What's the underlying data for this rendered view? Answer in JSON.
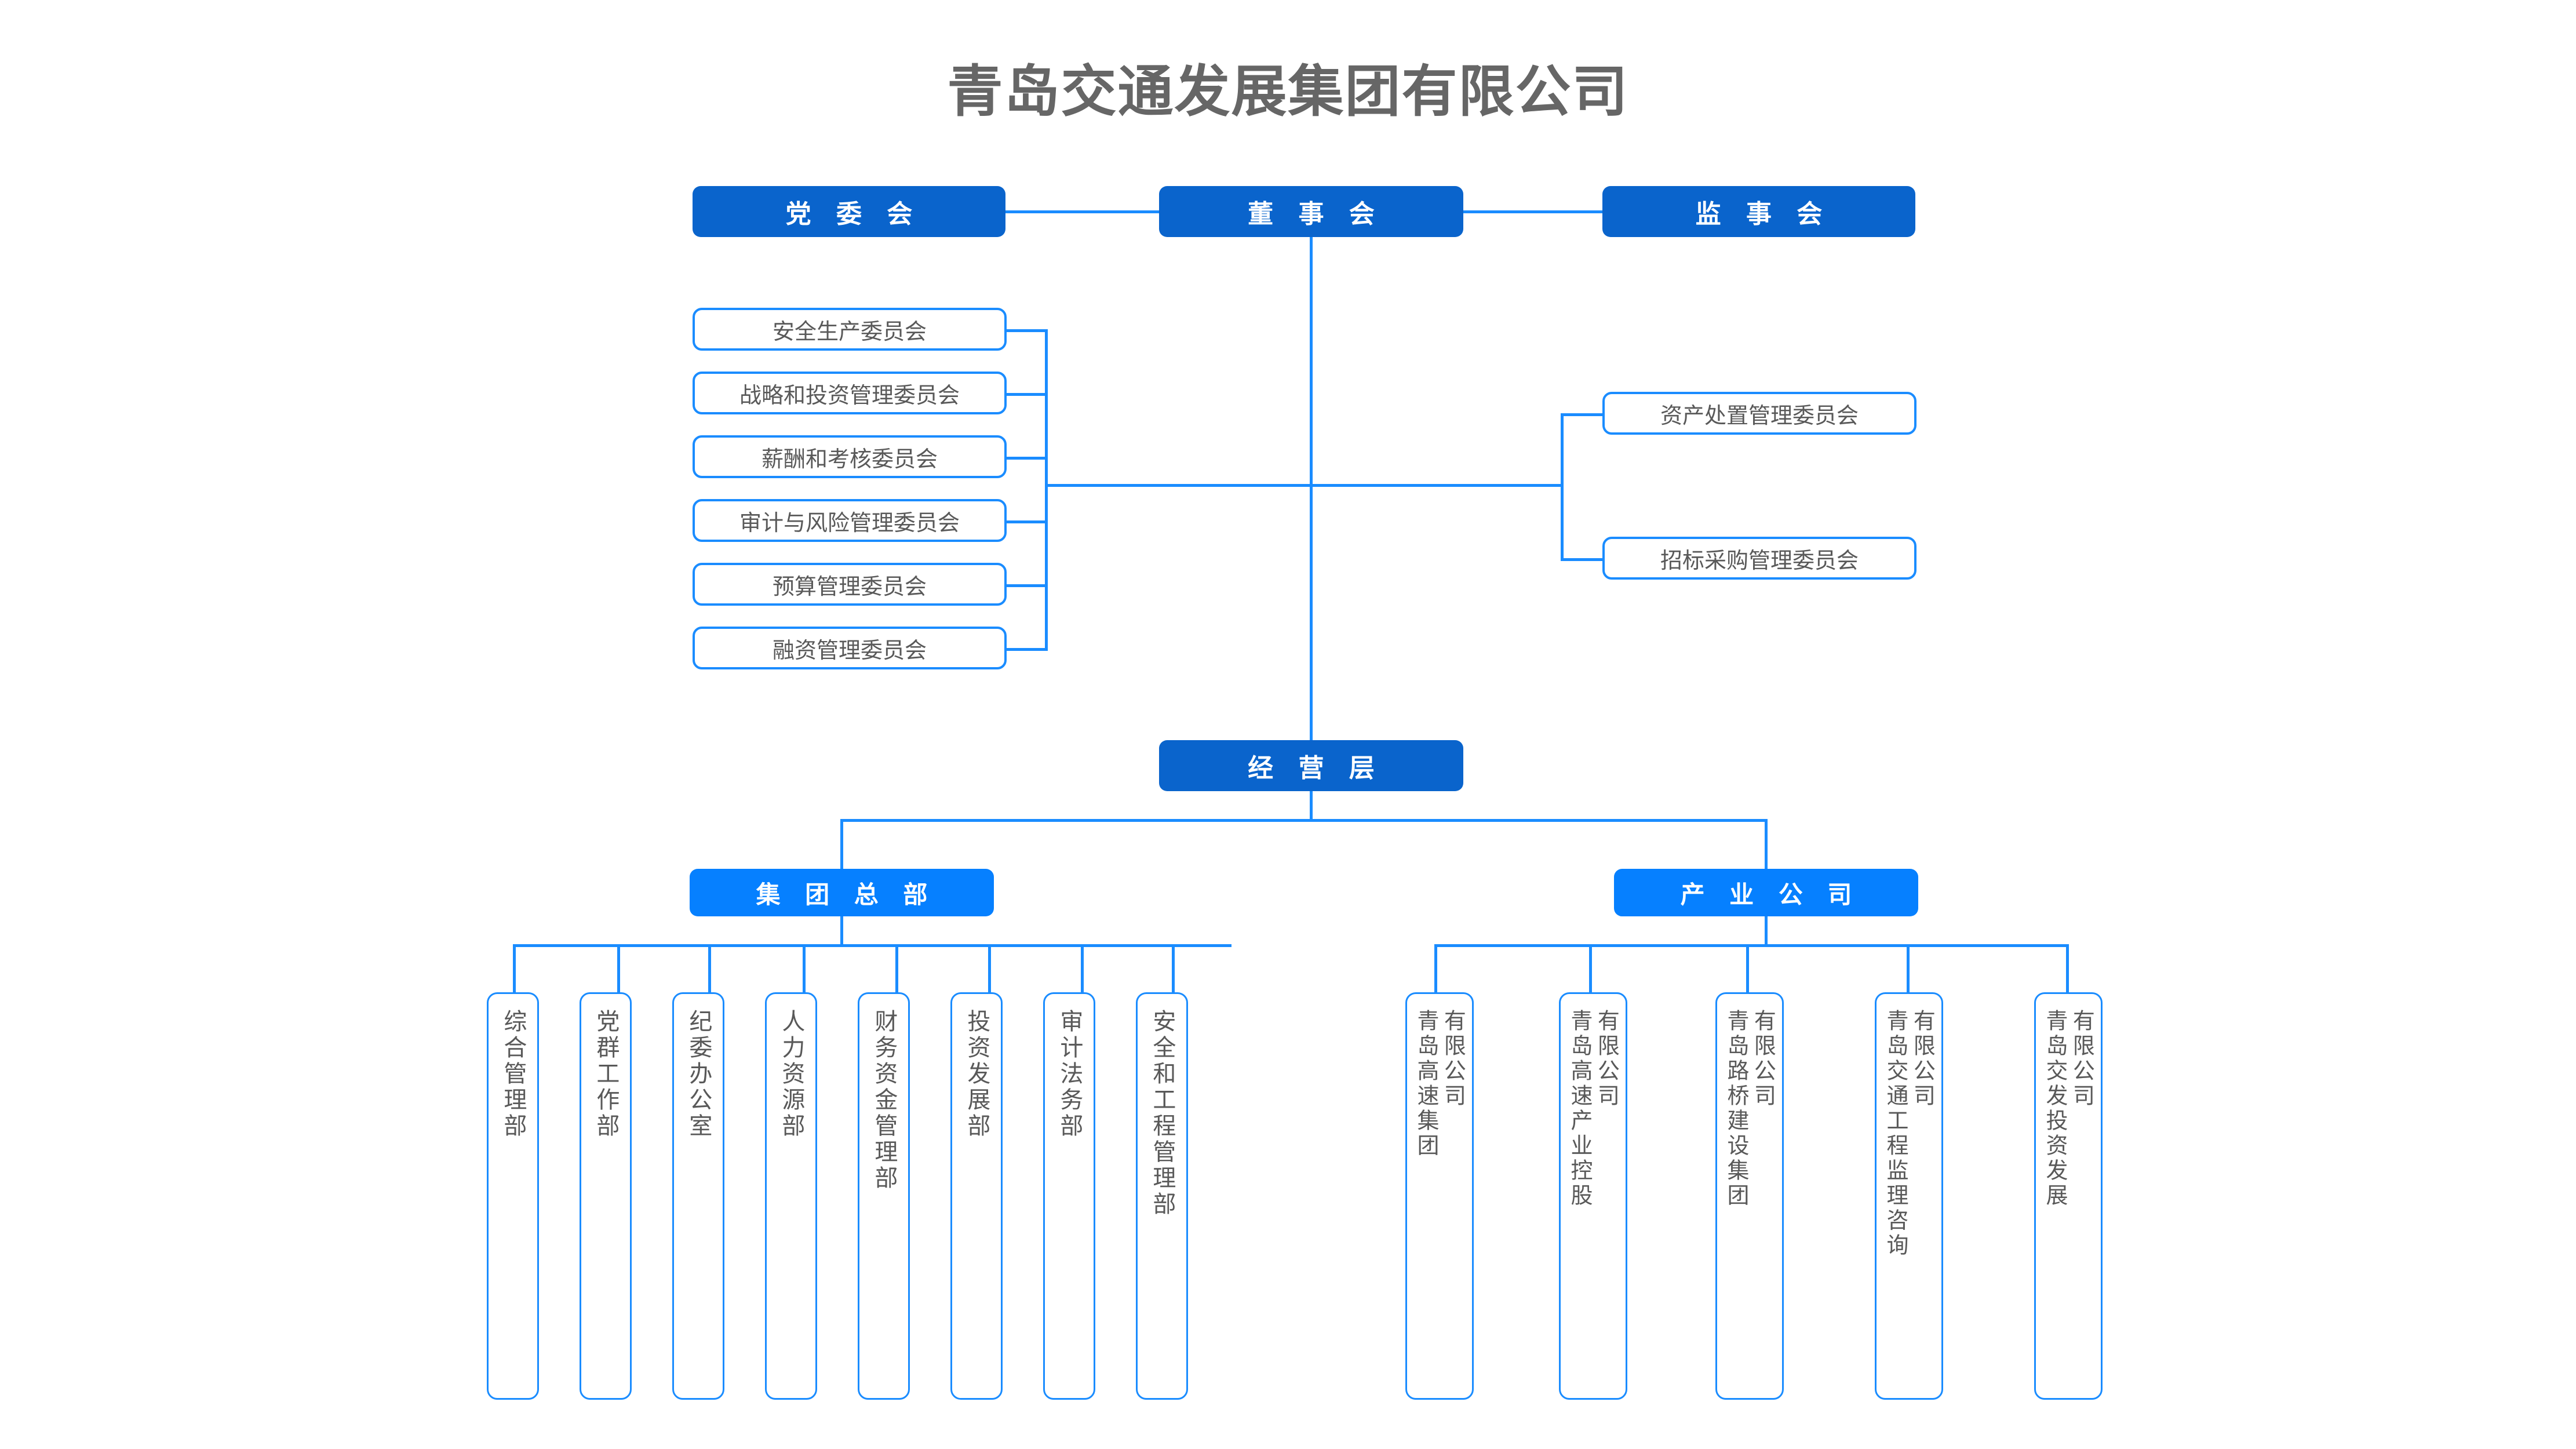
{
  "page": {
    "title": "青岛交通发展集团有限公司",
    "accent_dark": "#0a64cc",
    "accent_light": "#0680ff",
    "line_color": "#1a8cff",
    "text_color": "#595959",
    "title_color": "#666666"
  },
  "governance": {
    "party_committee": "党 委 会",
    "board_of_directors": "董 事 会",
    "supervisory_board": "监 事 会"
  },
  "committees_left": [
    {
      "label": "安全生产委员会"
    },
    {
      "label": "战略和投资管理委员会"
    },
    {
      "label": "薪酬和考核委员会"
    },
    {
      "label": "审计与风险管理委员会"
    },
    {
      "label": "预算管理委员会"
    },
    {
      "label": "融资管理委员会"
    }
  ],
  "committees_right": [
    {
      "label": "资产处置管理委员会"
    },
    {
      "label": "招标采购管理委员会"
    }
  ],
  "management": {
    "label": "经 营 层"
  },
  "branches": {
    "group_hq": "集 团 总 部",
    "industry_companies": "产 业 公 司"
  },
  "departments": [
    {
      "label": "综合管理部"
    },
    {
      "label": "党群工作部"
    },
    {
      "label": "纪委办公室"
    },
    {
      "label": "人力资源部"
    },
    {
      "label": "财务资金管理部"
    },
    {
      "label": "投资发展部"
    },
    {
      "label": "审计法务部"
    },
    {
      "label": "安全和工程管理部"
    }
  ],
  "subsidiaries": [
    {
      "main": "青岛高速集团",
      "suffix": "有限公司"
    },
    {
      "main": "青岛高速产业控股",
      "suffix": "有限公司"
    },
    {
      "main": "青岛路桥建设集团",
      "suffix": "有限公司"
    },
    {
      "main": "青岛交通工程监理咨询",
      "suffix": "有限公司"
    },
    {
      "main": "青岛交发投资发展",
      "suffix": "有限公司"
    }
  ]
}
